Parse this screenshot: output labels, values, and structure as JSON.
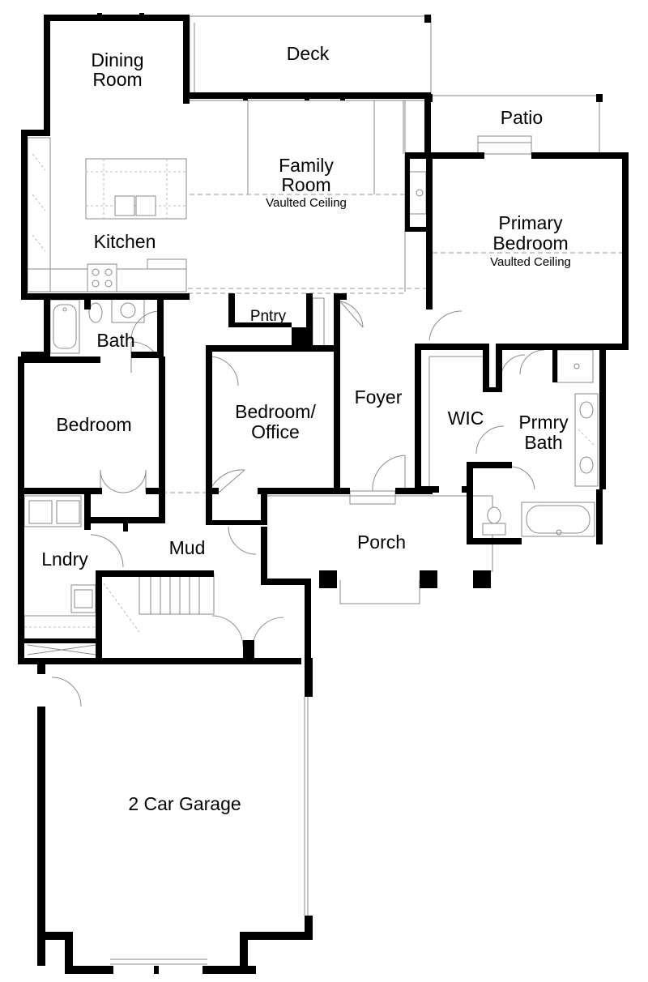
{
  "rooms": {
    "dining": [
      "Dining",
      "Room"
    ],
    "deck": "Deck",
    "patio": "Patio",
    "family": [
      "Family",
      "Room"
    ],
    "family_note": "Vaulted Ceiling",
    "kitchen": "Kitchen",
    "primary": [
      "Primary",
      "Bedroom"
    ],
    "primary_note": "Vaulted Ceiling",
    "pantry": "Pntry",
    "bath": "Bath",
    "bedroom": "Bedroom",
    "office": [
      "Bedroom/",
      "Office"
    ],
    "foyer": "Foyer",
    "wic": "WIC",
    "primary_bath": [
      "Prmry",
      "Bath"
    ],
    "porch": "Porch",
    "mud": "Mud",
    "laundry": "Lndry",
    "garage": "2 Car Garage"
  },
  "colors": {
    "wall": "#000000",
    "line": "#8a8a8a",
    "background": "#ffffff"
  }
}
